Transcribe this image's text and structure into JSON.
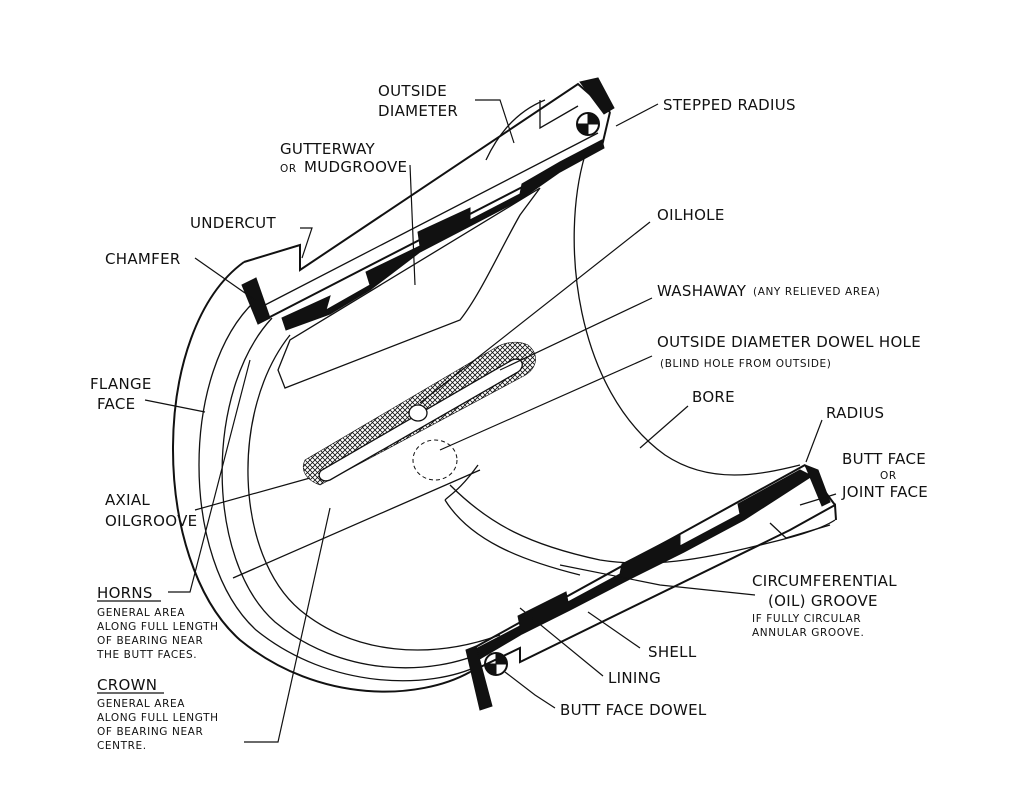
{
  "labels": {
    "outside_diameter": [
      "OUTSIDE",
      "DIAMETER"
    ],
    "stepped_radius": "STEPPED RADIUS",
    "gutterway": [
      "GUTTERWAY",
      "OR",
      "MUDGROOVE"
    ],
    "oilhole": "OILHOLE",
    "undercut": "UNDERCUT",
    "chamfer": "CHAMFER",
    "washaway": "WASHAWAY",
    "washaway_note": "(ANY RELIEVED AREA)",
    "od_dowel_hole": "OUTSIDE DIAMETER DOWEL HOLE",
    "od_dowel_hole_note": "(BLIND HOLE FROM OUTSIDE)",
    "flange_face": [
      "FLANGE",
      "FACE"
    ],
    "bore": "BORE",
    "radius": "RADIUS",
    "butt_face": [
      "BUTT FACE",
      "OR",
      "JOINT FACE"
    ],
    "axial_oilgroove": [
      "AXIAL",
      "OILGROOVE"
    ],
    "horns": "HORNS",
    "horns_note": [
      "GENERAL AREA",
      "ALONG FULL LENGTH",
      "OF BEARING NEAR",
      "THE BUTT FACES."
    ],
    "circumferential": [
      "CIRCUMFERENTIAL",
      "(OIL) GROOVE"
    ],
    "circumferential_note": [
      "IF FULLY CIRCULAR",
      "ANNULAR GROOVE."
    ],
    "shell": "SHELL",
    "lining": "LINING",
    "crown": "CROWN",
    "crown_note": [
      "GENERAL AREA",
      "ALONG FULL LENGTH",
      "OF BEARING NEAR",
      "CENTRE."
    ],
    "butt_face_dowel": "BUTT FACE DOWEL"
  }
}
